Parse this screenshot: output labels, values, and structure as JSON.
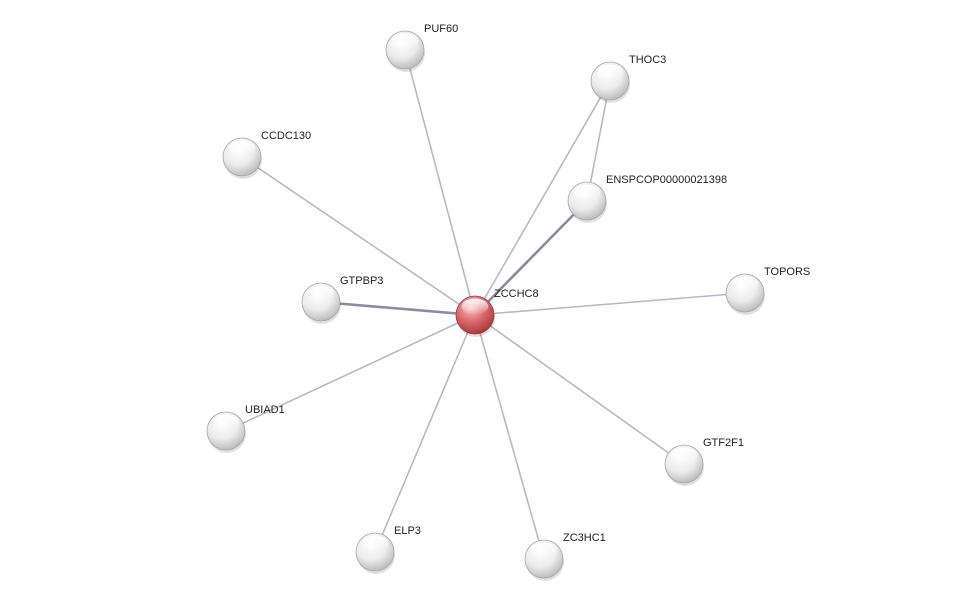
{
  "network": {
    "center": {
      "id": "ZCCHC8",
      "label": "ZCCHC8",
      "color": "#d9545a"
    },
    "nodes": [
      {
        "id": "PUF60",
        "label": "PUF60"
      },
      {
        "id": "THOC3",
        "label": "THOC3"
      },
      {
        "id": "CCDC130",
        "label": "CCDC130"
      },
      {
        "id": "ENSPCOP00000021398",
        "label": "ENSPCOP00000021398"
      },
      {
        "id": "TOPORS",
        "label": "TOPORS"
      },
      {
        "id": "GTPBP3",
        "label": "GTPBP3"
      },
      {
        "id": "UBIAD1",
        "label": "UBIAD1"
      },
      {
        "id": "GTF2F1",
        "label": "GTF2F1"
      },
      {
        "id": "ELP3",
        "label": "ELP3"
      },
      {
        "id": "ZC3HC1",
        "label": "ZC3HC1"
      }
    ],
    "edges": [
      {
        "source": "ZCCHC8",
        "target": "PUF60",
        "strength": "weak"
      },
      {
        "source": "ZCCHC8",
        "target": "THOC3",
        "strength": "weak"
      },
      {
        "source": "ZCCHC8",
        "target": "CCDC130",
        "strength": "weak"
      },
      {
        "source": "ZCCHC8",
        "target": "ENSPCOP00000021398",
        "strength": "strong"
      },
      {
        "source": "THOC3",
        "target": "ENSPCOP00000021398",
        "strength": "weak"
      },
      {
        "source": "ZCCHC8",
        "target": "TOPORS",
        "strength": "weak"
      },
      {
        "source": "ZCCHC8",
        "target": "GTPBP3",
        "strength": "strong"
      },
      {
        "source": "ZCCHC8",
        "target": "UBIAD1",
        "strength": "weak"
      },
      {
        "source": "ZCCHC8",
        "target": "GTF2F1",
        "strength": "weak"
      },
      {
        "source": "ZCCHC8",
        "target": "ELP3",
        "strength": "weak"
      },
      {
        "source": "ZCCHC8",
        "target": "ZC3HC1",
        "strength": "weak"
      }
    ],
    "colors": {
      "node": "#e8e8e8",
      "edge": "#b8b8c8",
      "edge_strong": "#8a8aa6"
    }
  }
}
